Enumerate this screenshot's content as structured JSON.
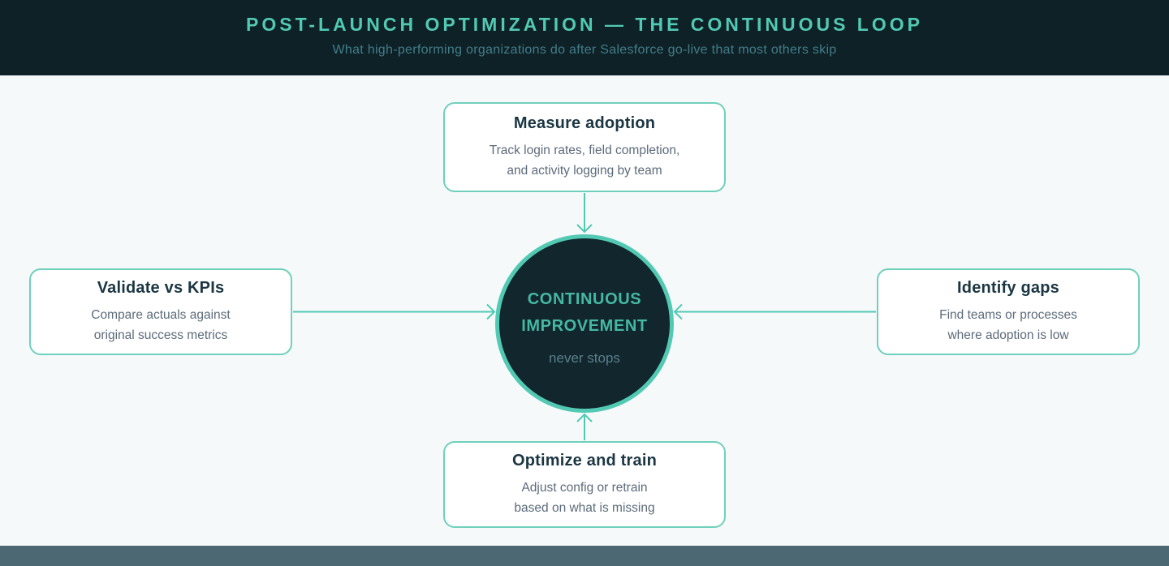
{
  "header": {
    "title": "POST-LAUNCH OPTIMIZATION — THE CONTINUOUS LOOP",
    "subtitle": "What high-performing organizations do after Salesforce go-live that most others skip"
  },
  "hub": {
    "title_line1": "CONTINUOUS",
    "title_line2": "IMPROVEMENT",
    "subtitle": "never stops"
  },
  "nodes": {
    "top": {
      "title": "Measure adoption",
      "line1": "Track login rates, field completion,",
      "line2": "and activity logging by team"
    },
    "left": {
      "title": "Validate vs KPIs",
      "line1": "Compare actuals against",
      "line2": "original success metrics"
    },
    "right": {
      "title": "Identify gaps",
      "line1": "Find teams or processes",
      "line2": "where adoption is low"
    },
    "bottom": {
      "title": "Optimize and train",
      "line1": "Adjust config or retrain",
      "line2": "based on what is missing"
    }
  },
  "colors": {
    "header_bg": "#0d2127",
    "page_bg": "#f6f9fa",
    "footer_bg": "#4c6872",
    "accent": "#52c9b3",
    "accent_soft": "#6fd0bb",
    "hub_fill": "#12262d",
    "hub_title": "#44b8a3",
    "never_stops": "#5b7f8c",
    "muted_on_dark": "#447d88",
    "box_title": "#1b3642",
    "box_body": "#5c6b7a"
  }
}
